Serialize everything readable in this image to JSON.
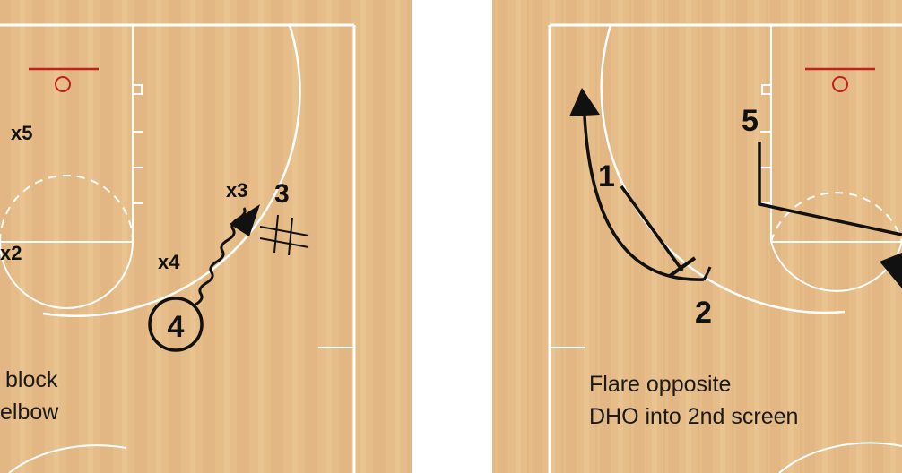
{
  "left_panel": {
    "defenders": {
      "x5": "x5",
      "x2": "x2",
      "x4": "x4",
      "x3": "x3"
    },
    "offense": {
      "p3": "3",
      "p4": "4"
    },
    "caption_line1": "block",
    "caption_line2": "elbow"
  },
  "right_panel": {
    "offense": {
      "p5": "5",
      "p1": "1",
      "p2": "2"
    },
    "caption_line1": "Flare opposite",
    "caption_line2": "DHO into 2nd screen"
  },
  "colors": {
    "court_wood": "#e6bd88",
    "court_line": "#ffffff",
    "rim": "#c02020",
    "ink": "#111111"
  },
  "icons": [
    "basket-icon",
    "screen-icon",
    "dribble-path-icon",
    "arrow-icon"
  ]
}
